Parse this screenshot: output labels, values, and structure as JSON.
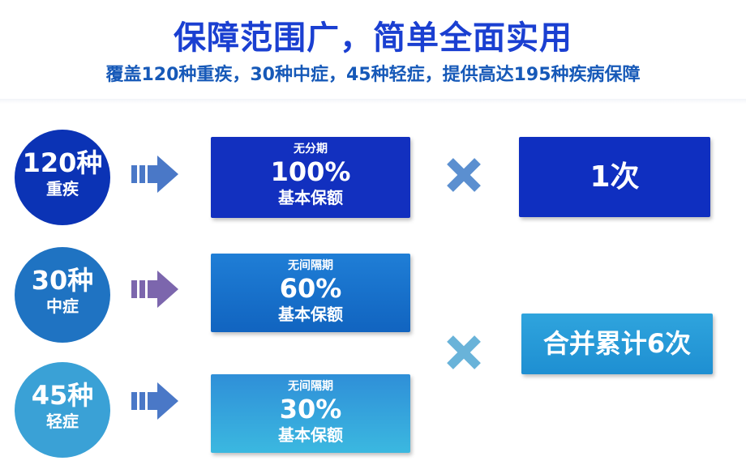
{
  "header": {
    "title": "保障范围广，简单全面实用",
    "subtitle": "覆盖120种重疾，30种中症，45种轻症，提供高达195种疾病保障"
  },
  "rows": [
    {
      "circle_big": "120种",
      "circle_small": "重疾",
      "box_top": "无分期",
      "box_mid": "100%",
      "box_bot": "基本保额"
    },
    {
      "circle_big": "30种",
      "circle_small": "中症",
      "box_top": "无间隔期",
      "box_mid": "60%",
      "box_bot": "基本保额"
    },
    {
      "circle_big": "45种",
      "circle_small": "轻症",
      "box_top": "无间隔期",
      "box_mid": "30%",
      "box_bot": "基本保额"
    }
  ],
  "results": {
    "first": "1次",
    "second": "合并累计6次"
  },
  "colors": {
    "title": "#1a3fd1",
    "dark_blue": "#0b33b5",
    "mid_blue": "#1f73c2",
    "light_blue": "#3aa1d6",
    "arrow_purple": "#7c66ad",
    "arrow_blue": "#4a78c7",
    "cross": "#5b8fd0"
  },
  "icons": [
    "arrow-right-icon",
    "multiply-icon"
  ]
}
